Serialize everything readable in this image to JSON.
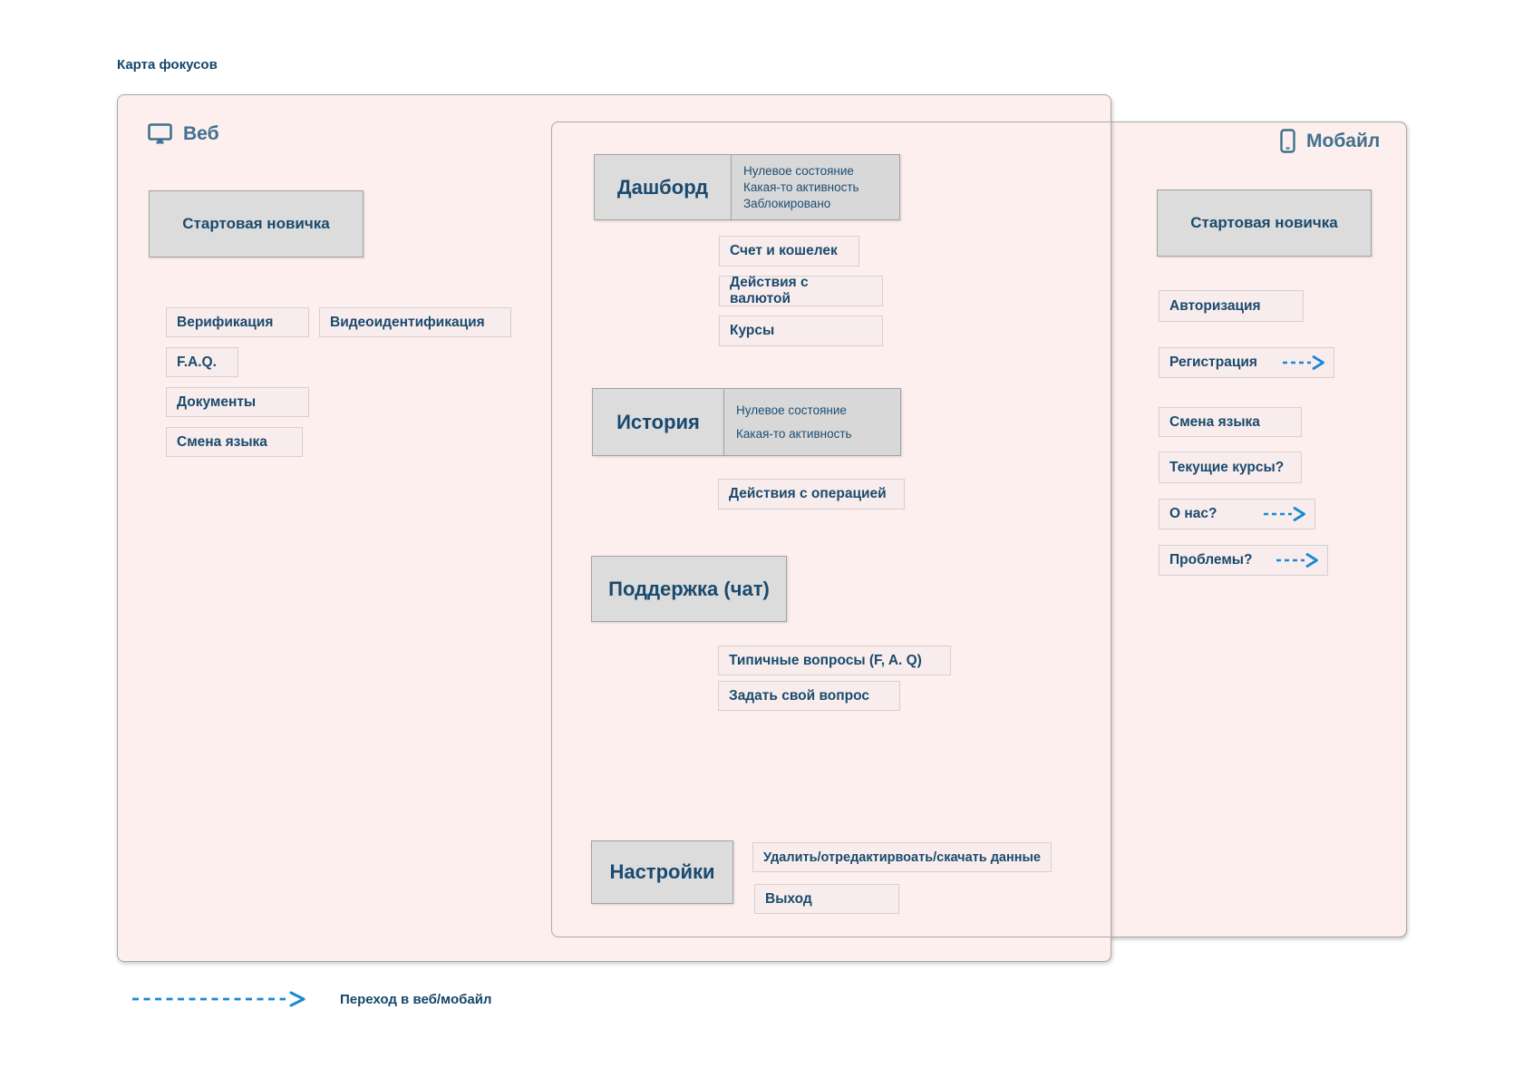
{
  "page_title": "Карта фокусов",
  "legend": {
    "arrow_label": "Переход в веб/мобайл"
  },
  "colors": {
    "panel_background": "#fcefed",
    "panel_border": "#a9a9a9",
    "node_gray_background": "#dcdcdc",
    "node_light_background": "#f8edec",
    "text_navy": "#1a4a6e",
    "header_steel_blue": "#40708f",
    "arrow_blue": "#1a87d7"
  },
  "web": {
    "header_label": "Веб",
    "start_node": "Стартовая новичка",
    "items": [
      "Верификация",
      "Видеоидентификация",
      "F.A.Q.",
      "Документы",
      "Смена языка"
    ]
  },
  "mobile": {
    "header_label": "Мобайл",
    "start_node": "Стартовая новичка",
    "items": [
      {
        "label": "Авторизация",
        "transition_arrow": false
      },
      {
        "label": "Регистрация",
        "transition_arrow": true
      },
      {
        "label": "Смена языка",
        "transition_arrow": false
      },
      {
        "label": "Текущие курсы?",
        "transition_arrow": false
      },
      {
        "label": "О нас?",
        "transition_arrow": true
      },
      {
        "label": "Проблемы?",
        "transition_arrow": true
      }
    ]
  },
  "shared": {
    "dashboard": {
      "title": "Дашборд",
      "states": [
        "Нулевое состояние",
        "Какая-то активность",
        "Заблокировано"
      ],
      "children": [
        "Счет и кошелек",
        "Действия с валютой",
        "Курсы"
      ]
    },
    "history": {
      "title": "История",
      "states": [
        "Нулевое состояние",
        "Какая-то активность"
      ],
      "children": [
        "Действия с операцией"
      ]
    },
    "support": {
      "title": "Поддержка (чат)",
      "children": [
        "Типичные вопросы (F, A. Q)",
        "Задать свой вопрос"
      ]
    },
    "settings": {
      "title": "Настройки",
      "children": [
        "Удалить/отредактирвоать/скачать данные",
        "Выход"
      ]
    }
  }
}
